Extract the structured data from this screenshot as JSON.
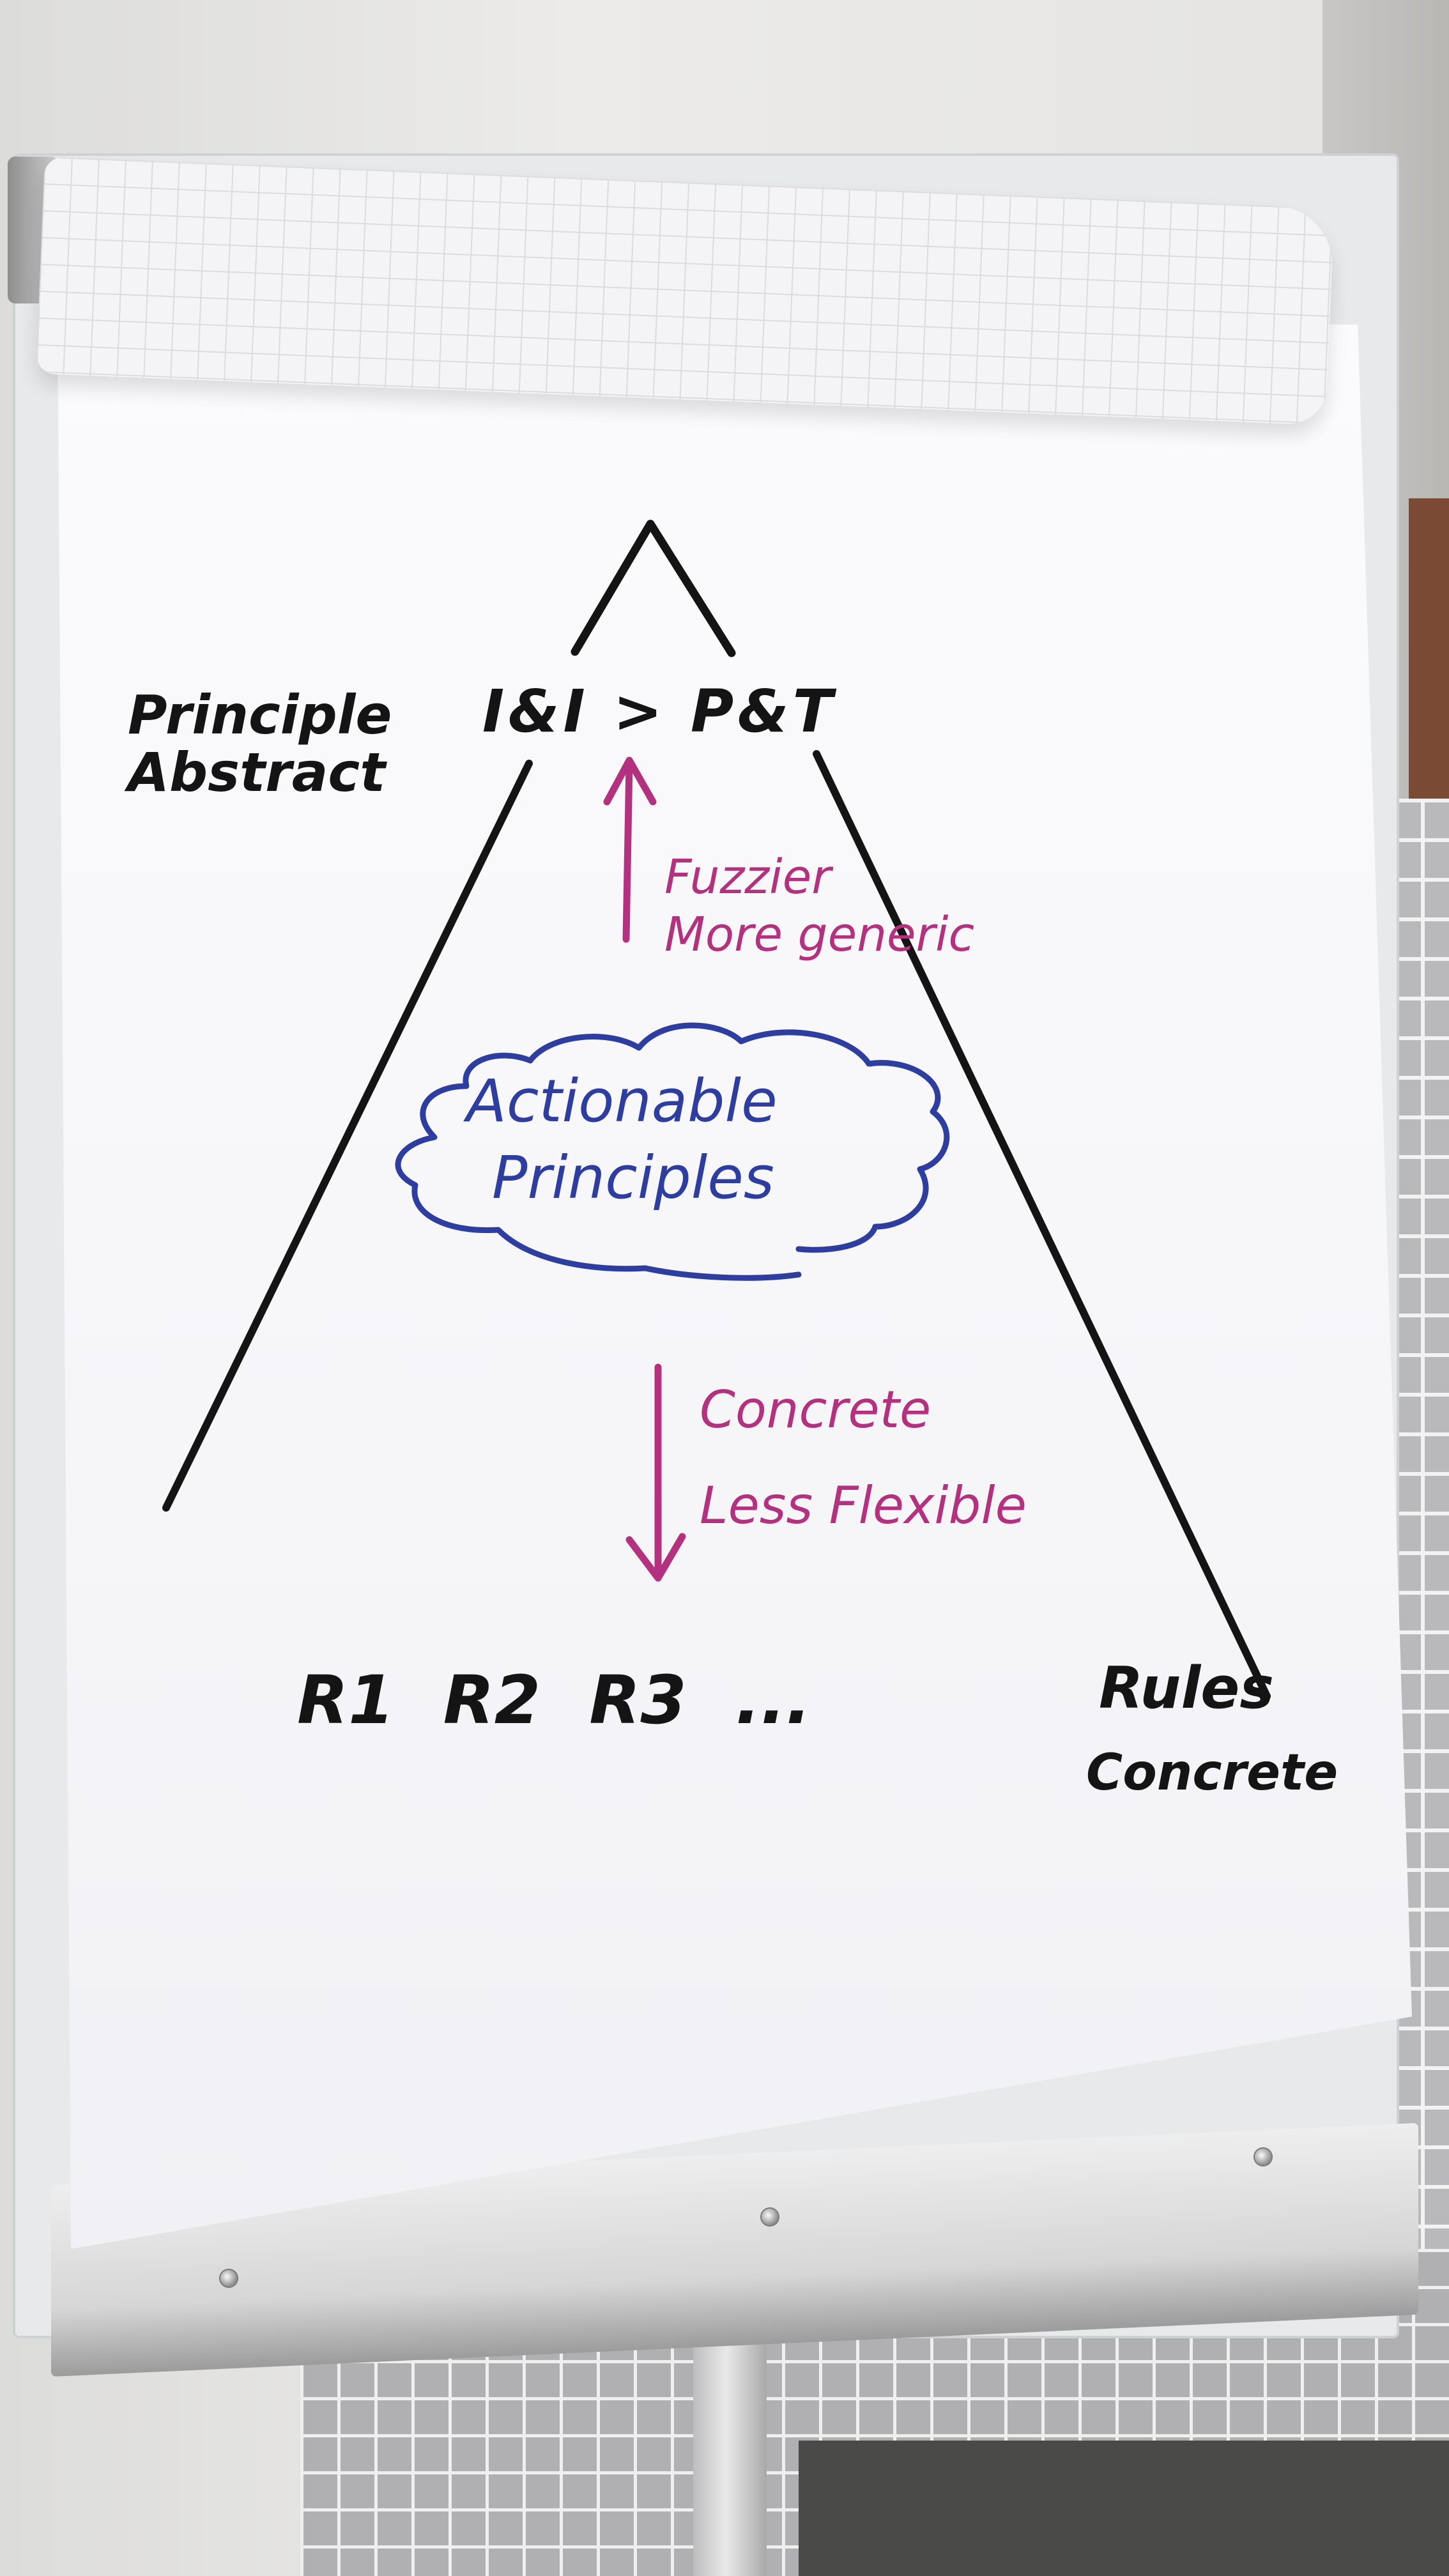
{
  "flipchart": {
    "top_label": "I&I > P&T",
    "left_label_line1": "Principle",
    "left_label_line2": "Abstract",
    "up_arrow_line1": "Fuzzier",
    "up_arrow_line2": "More generic",
    "cloud_line1": "Actionable",
    "cloud_line2": "Principles",
    "down_arrow_line1": "Concrete",
    "down_arrow_line2": "Less Flexible",
    "rules_list": "R1 R2 R3 ...",
    "right_label_line1": "Rules",
    "right_label_line2": "Concrete"
  },
  "colors": {
    "black_marker": "#141414",
    "magenta_marker": "#b3317e",
    "blue_marker": "#2d3ea0",
    "paper": "#f8f8fb"
  }
}
